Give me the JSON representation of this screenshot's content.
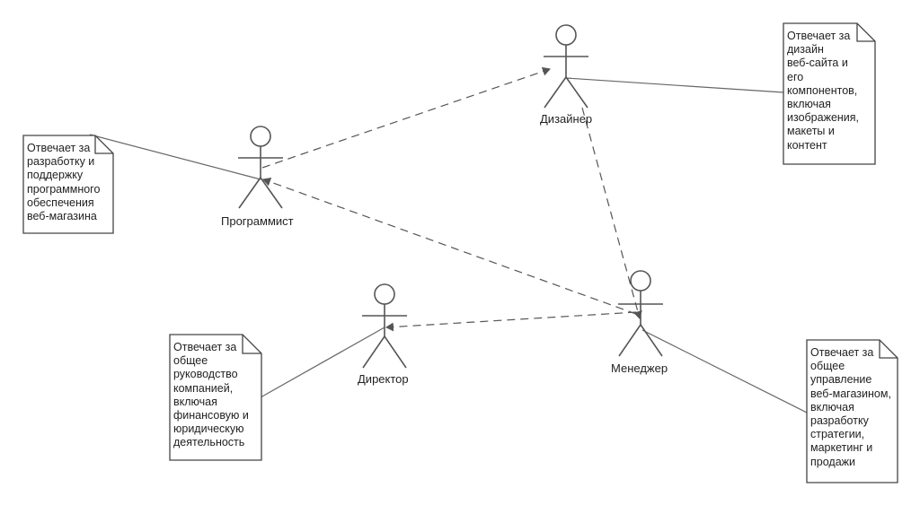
{
  "actors": {
    "programmer": "Программист",
    "designer": "Дизайнер",
    "director": "Директор",
    "manager": "Менеджер"
  },
  "notes": {
    "programmer": "Отвечает за\nразработку и\nподдержку\nпрограммного\nобеспечения\nвеб-магазина",
    "designer": "Отвечает за\nдизайн\nвеб-сайта и\nего\nкомпонентов,\nвключая\nизображения,\nмакеты и\nконтент",
    "director": "Отвечает за\nобщее\nруководство\nкомпанией,\nвключая\nфинансовую и\nюридическую\nдеятельность",
    "manager": "Отвечает за\nобщее\nуправление\nвеб-магазином,\nвключая\nразработку\nстратегии,\nмаркетинг и\nпродажи"
  }
}
